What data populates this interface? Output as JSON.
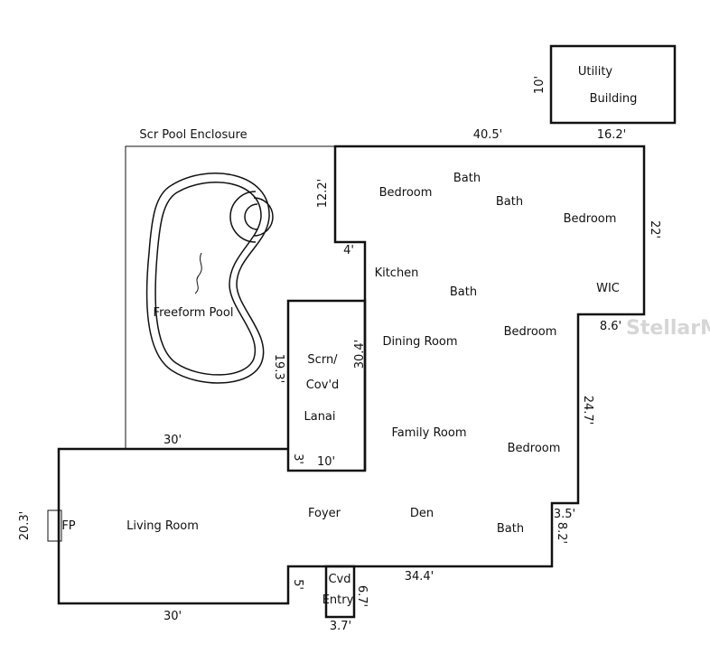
{
  "plan": {
    "rooms": {
      "utility": "Utility",
      "building": "Building",
      "pool_enclosure": "Scr Pool Enclosure",
      "bedroom1": "Bedroom",
      "bath1": "Bath",
      "bath2": "Bath",
      "bedroom2": "Bedroom",
      "kitchen": "Kitchen",
      "bath3": "Bath",
      "wic": "WIC",
      "pool": "Freeform Pool",
      "dining": "Dining Room",
      "bedroom3": "Bedroom",
      "lanai1": "Scrn/",
      "lanai2": "Cov'd",
      "lanai3": "Lanai",
      "family": "Family Room",
      "bedroom4": "Bedroom",
      "fp": "FP",
      "living": "Living Room",
      "foyer": "Foyer",
      "den": "Den",
      "bath4": "Bath",
      "cvd": "Cvd",
      "entry": "Entry"
    },
    "dims": {
      "util_h": "10'",
      "top_main": "40.5'",
      "top_right": "16.2'",
      "d12_2": "12.2'",
      "d22": "22'",
      "d4": "4'",
      "d8_6": "8.6'",
      "d19_3": "19.3'",
      "d30_4": "30.4'",
      "d24_7": "24.7'",
      "d30_top": "30'",
      "d3": "3'",
      "d10": "10'",
      "d20_3": "20.3'",
      "d3_5": "3.5'",
      "d8_2": "8.2'",
      "d5": "5'",
      "d6_7": "6.7'",
      "d34_4": "34.4'",
      "d30_bottom": "30'",
      "d3_7": "3.7'"
    },
    "watermark": "StellarMLS",
    "line_color": "#111111"
  }
}
